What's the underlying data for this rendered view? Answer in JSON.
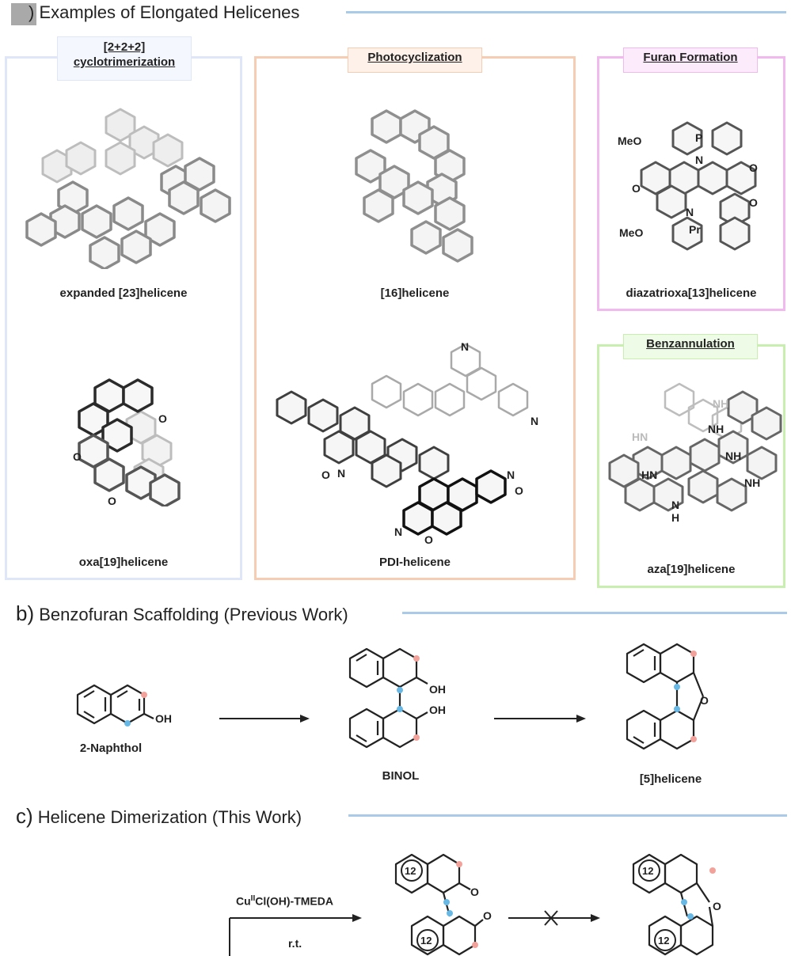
{
  "section_a": {
    "title": "Examples of Elongated Helicenes"
  },
  "section_b": {
    "letter": "b)",
    "title": "Benzofuran Scaffolding (Previous Work)"
  },
  "section_c": {
    "letter": "c)",
    "title": "Helicene Dimerization (This Work)"
  },
  "panels": {
    "cyclotrimerization": {
      "tag_line1": "[2+2+2]",
      "tag_line2": "cyclotrimerization",
      "color": "#dfe6f7",
      "caption_top": "expanded [23]helicene",
      "caption_bottom": "oxa[19]helicene"
    },
    "photocyclization": {
      "tag": "Photocyclization",
      "color": "#f6cdb2",
      "caption_top": "[16]helicene",
      "caption_bottom": "PDI-helicene"
    },
    "furan": {
      "tag_part1": "Furan",
      "tag_part2": "Formation",
      "color": "#f1b9ee",
      "caption": "diazatrioxa[13]helicene"
    },
    "benzannulation": {
      "tag": "Benzannulation",
      "color": "#c9efb0",
      "caption": "aza[19]helicene"
    }
  },
  "atoms": {
    "MeO": "MeO",
    "P": "P",
    "N": "N",
    "O": "O",
    "Pr": "Pr",
    "NH": "NH",
    "HN": "HN",
    "H": "H",
    "OH": "OH"
  },
  "scheme_b": {
    "labels": {
      "naphthol": "2-Naphthol",
      "binol": "BINOL",
      "helicene5": "[5]helicene"
    }
  },
  "scheme_c": {
    "reagent_main": "Cu",
    "reagent_sup": "II",
    "reagent_rest": "Cl(OH)-TMEDA",
    "condition": "r.t.",
    "ring_label": "12"
  },
  "colors": {
    "accent_line": "#a9cbe8",
    "red_dot": "#f2a29a",
    "blue_dot": "#68b8e6"
  }
}
